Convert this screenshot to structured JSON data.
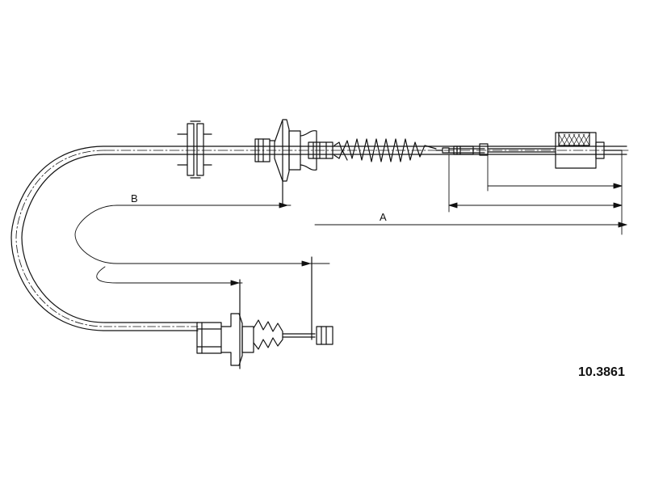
{
  "drawing": {
    "part_number": "10.3861",
    "dimension_labels": {
      "a": "A",
      "b": "B"
    },
    "colors": {
      "line": "#111111",
      "background": "#ffffff"
    }
  }
}
